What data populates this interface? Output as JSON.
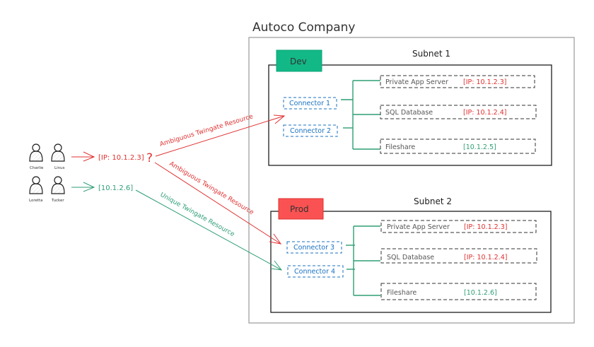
{
  "company": {
    "title": "Autoco Company"
  },
  "users": [
    {
      "name": "Charlie",
      "group": "ambiguous"
    },
    {
      "name": "Linus",
      "group": "ambiguous"
    },
    {
      "name": "Loretta",
      "group": "unique"
    },
    {
      "name": "Tucker",
      "group": "unique"
    }
  ],
  "requests": {
    "ambiguous_ip": "[IP: 10.1.2.3]",
    "question_mark": "?",
    "unique_ip": "[10.1.2.6]"
  },
  "arrows": {
    "ambiguous_label_1": "Ambiguous Twingate Resource",
    "ambiguous_label_2": "Ambiguous Twingate Resource",
    "unique_label": "Unique Twingate Resource"
  },
  "subnets": [
    {
      "title": "Subnet 1",
      "env": "Dev",
      "env_color": "#12b886",
      "connectors": [
        "Connector 1",
        "Connector 2"
      ],
      "resources": [
        {
          "name": "Private App Server",
          "ip": "[IP: 10.1.2.3]",
          "ip_color": "red"
        },
        {
          "name": "SQL Database",
          "ip": "[IP: 10.1.2.4]",
          "ip_color": "red"
        },
        {
          "name": "Fileshare",
          "ip": "[10.1.2.5]",
          "ip_color": "green"
        }
      ]
    },
    {
      "title": "Subnet 2",
      "env": "Prod",
      "env_color": "#fa5252",
      "connectors": [
        "Connector 3",
        "Connector 4"
      ],
      "resources": [
        {
          "name": "Private App Server",
          "ip": "[IP: 10.1.2.3]",
          "ip_color": "red"
        },
        {
          "name": "SQL Database",
          "ip": "[IP: 10.1.2.4]",
          "ip_color": "red"
        },
        {
          "name": "Fileshare",
          "ip": "[10.1.2.6]",
          "ip_color": "green"
        }
      ]
    }
  ],
  "colors": {
    "red": "#e03131",
    "green": "#2f9e74",
    "blue": "#1971c2",
    "tree_line": "#2f9e74"
  }
}
